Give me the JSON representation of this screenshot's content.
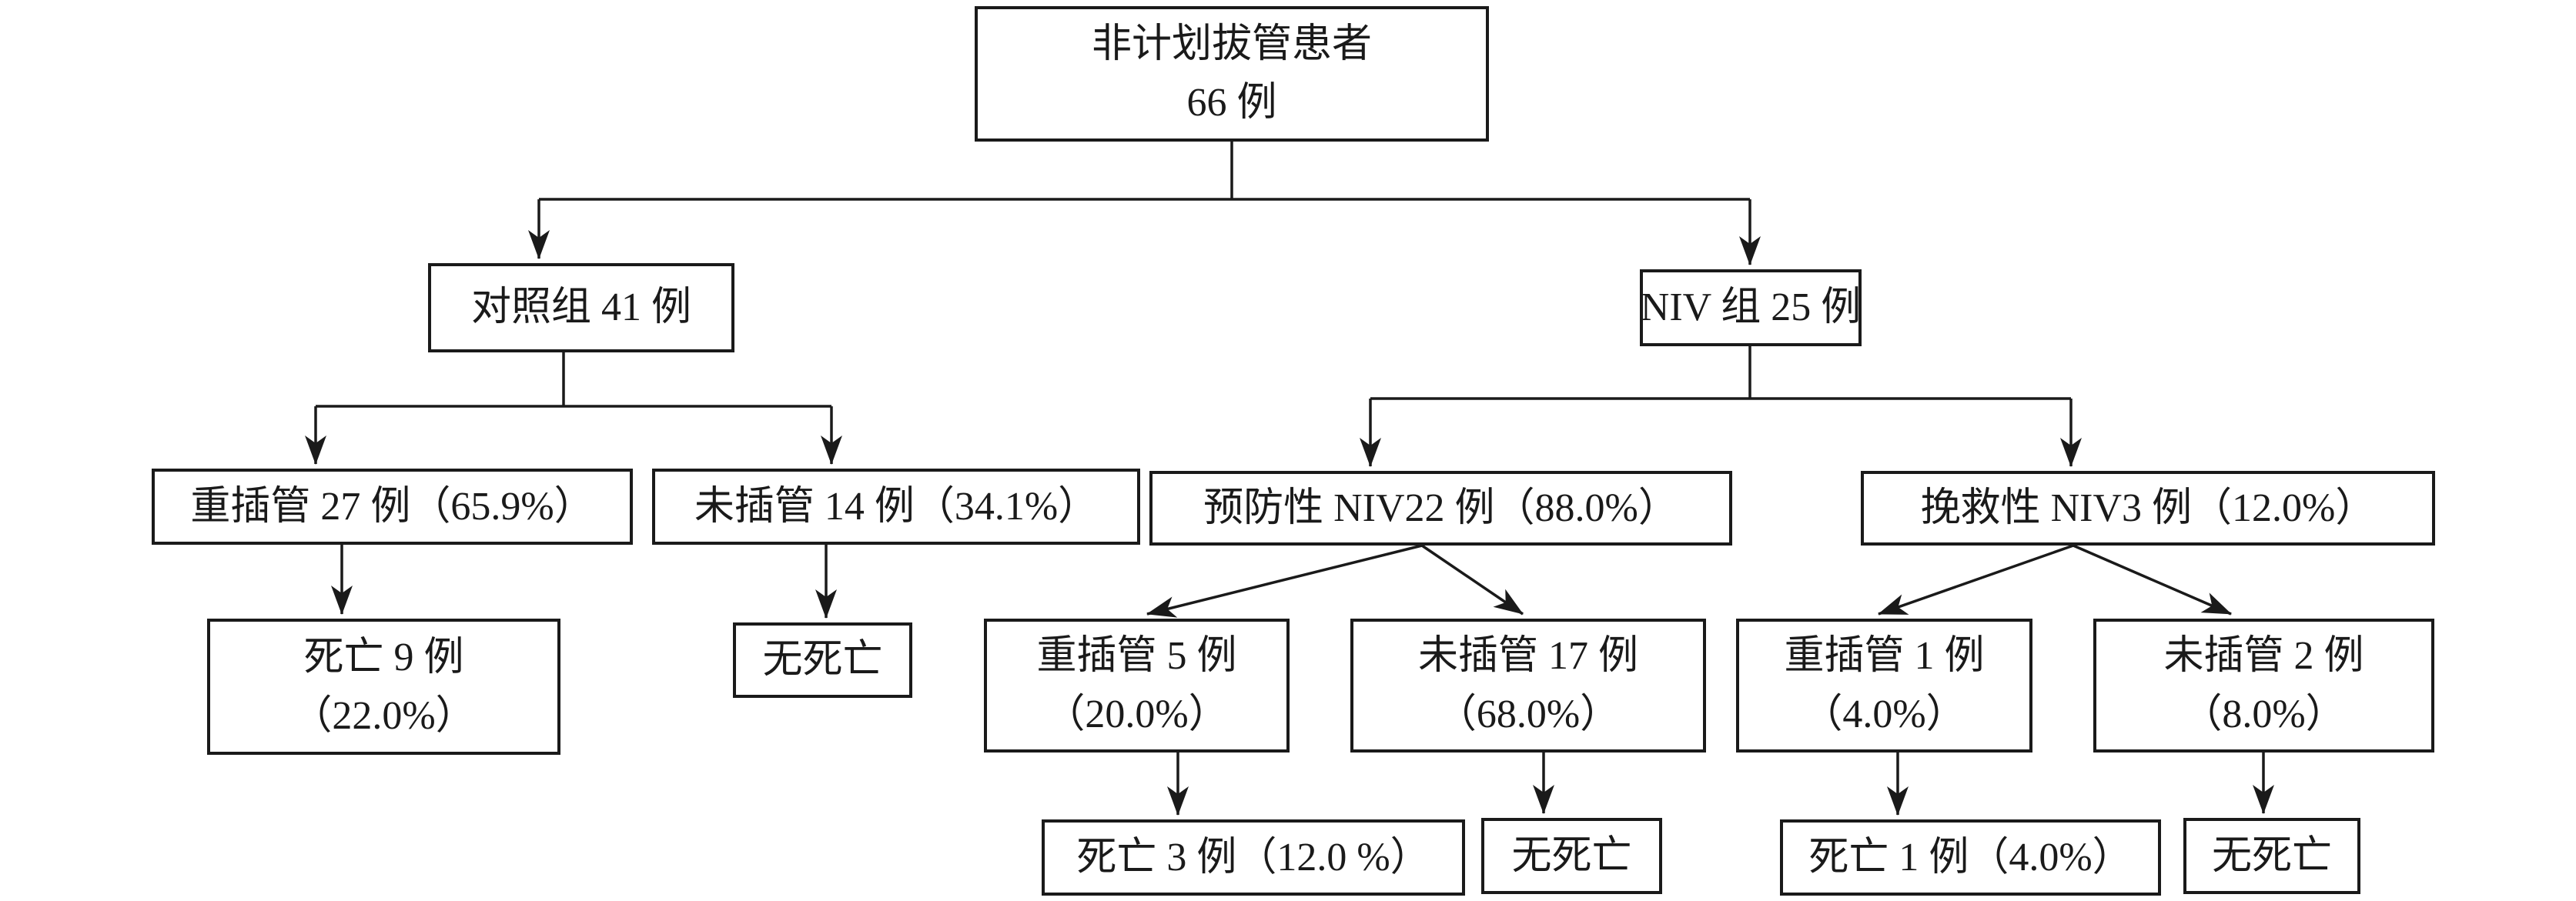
{
  "diagram": {
    "type": "flowchart",
    "language": "zh-CN",
    "colors": {
      "line": "#1a1a1a",
      "background": "#ffffff"
    },
    "nodes": {
      "root": {
        "lines": [
          "非计划拔管患者",
          "66 例"
        ]
      },
      "control": {
        "lines": [
          "对照组 41 例"
        ]
      },
      "niv": {
        "lines": [
          "NIV 组 25 例"
        ]
      },
      "reintub27": {
        "lines": [
          "重插管 27 例（65.9%）"
        ]
      },
      "nointub14": {
        "lines": [
          "未插管 14 例（34.1%）"
        ]
      },
      "prophylactic": {
        "lines": [
          "预防性 NIV22 例（88.0%）"
        ]
      },
      "rescue": {
        "lines": [
          "挽救性 NIV3 例（12.0%）"
        ]
      },
      "death9": {
        "lines": [
          "死亡 9 例",
          "（22.0%）"
        ]
      },
      "nodeath_a": {
        "lines": [
          "无死亡"
        ]
      },
      "reintub5": {
        "lines": [
          "重插管 5 例",
          "（20.0%）"
        ]
      },
      "nointub17": {
        "lines": [
          "未插管 17 例",
          "（68.0%）"
        ]
      },
      "reintub1": {
        "lines": [
          "重插管 1 例",
          "（4.0%）"
        ]
      },
      "nointub2": {
        "lines": [
          "未插管 2 例",
          "（8.0%）"
        ]
      },
      "death3": {
        "lines": [
          "死亡 3 例（12.0 %）"
        ]
      },
      "nodeath_b": {
        "lines": [
          "无死亡"
        ]
      },
      "death1": {
        "lines": [
          "死亡 1 例（4.0%）"
        ]
      },
      "nodeath_c": {
        "lines": [
          "无死亡"
        ]
      }
    },
    "edges": [
      {
        "from": "root",
        "to": "control"
      },
      {
        "from": "root",
        "to": "niv"
      },
      {
        "from": "control",
        "to": "reintub27"
      },
      {
        "from": "control",
        "to": "nointub14"
      },
      {
        "from": "niv",
        "to": "prophylactic"
      },
      {
        "from": "niv",
        "to": "rescue"
      },
      {
        "from": "reintub27",
        "to": "death9"
      },
      {
        "from": "nointub14",
        "to": "nodeath_a"
      },
      {
        "from": "prophylactic",
        "to": "reintub5"
      },
      {
        "from": "prophylactic",
        "to": "nointub17"
      },
      {
        "from": "rescue",
        "to": "reintub1"
      },
      {
        "from": "rescue",
        "to": "nointub2"
      },
      {
        "from": "reintub5",
        "to": "death3"
      },
      {
        "from": "nointub17",
        "to": "nodeath_b"
      },
      {
        "from": "reintub1",
        "to": "death1"
      },
      {
        "from": "nointub2",
        "to": "nodeath_c"
      }
    ]
  }
}
